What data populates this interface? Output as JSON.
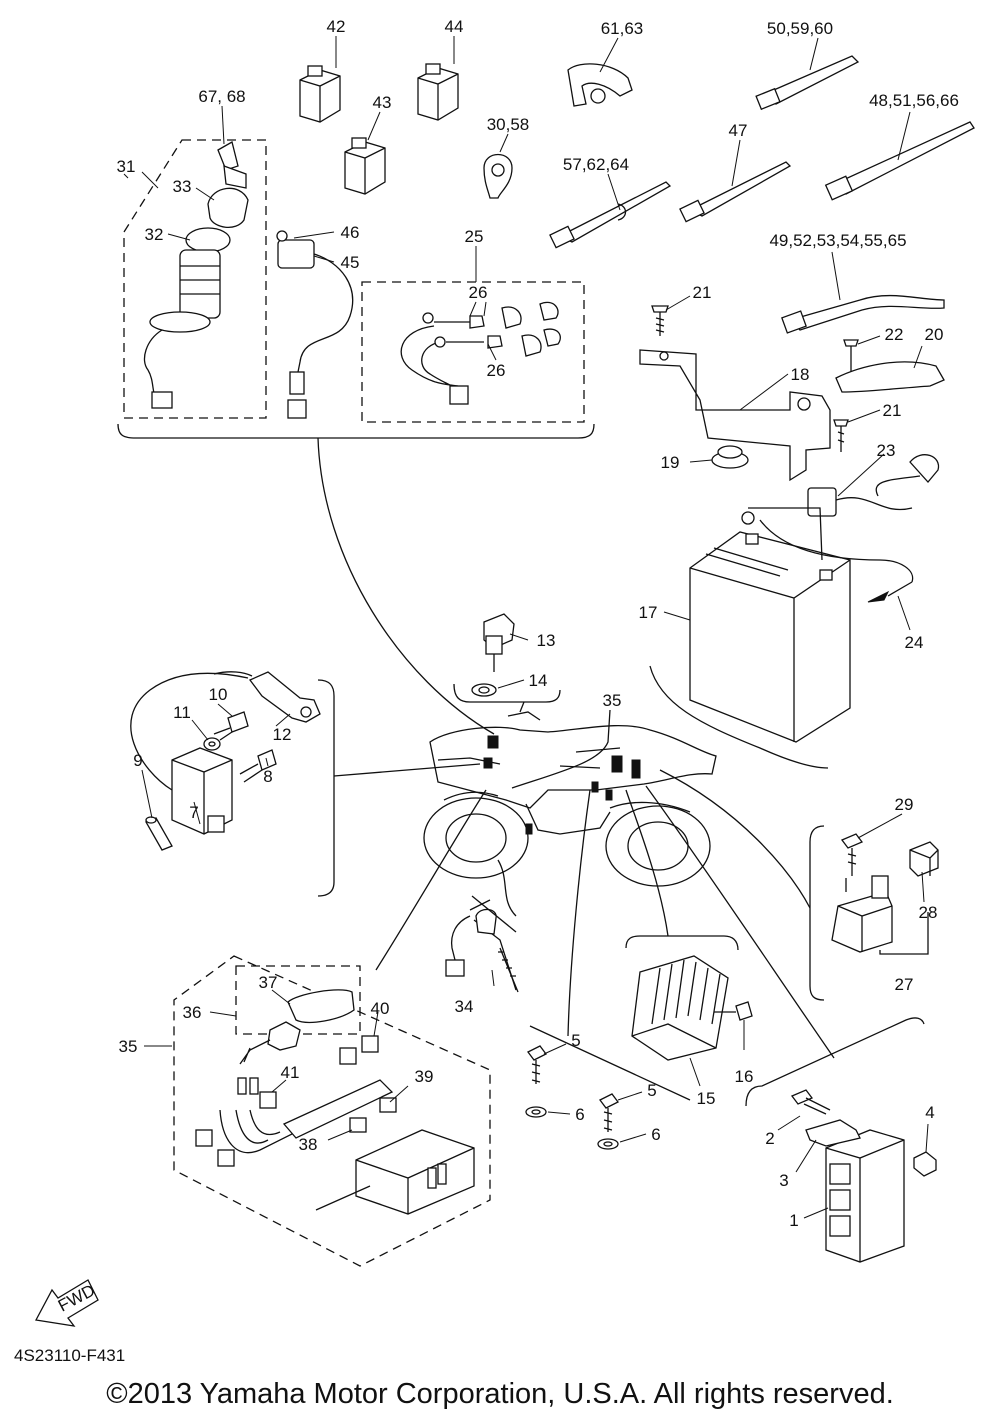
{
  "diagram": {
    "document_code": "4S23110-F431",
    "copyright": "©2013 Yamaha Motor Corporation, U.S.A. All rights reserved.",
    "fwd_label": "FWD",
    "callouts": [
      {
        "id": "c42",
        "text": "42"
      },
      {
        "id": "c44",
        "text": "44"
      },
      {
        "id": "c61_63",
        "text": "61,63"
      },
      {
        "id": "c50_59_60",
        "text": "50,59,60"
      },
      {
        "id": "c67_68",
        "text": "67, 68"
      },
      {
        "id": "c43",
        "text": "43"
      },
      {
        "id": "c30_58",
        "text": "30,58"
      },
      {
        "id": "c48_51_56_66",
        "text": "48,51,56,66"
      },
      {
        "id": "c47",
        "text": "47"
      },
      {
        "id": "c31",
        "text": "31"
      },
      {
        "id": "c57_62_64",
        "text": "57,62,64"
      },
      {
        "id": "c33",
        "text": "33"
      },
      {
        "id": "c32",
        "text": "32"
      },
      {
        "id": "c46",
        "text": "46"
      },
      {
        "id": "c25",
        "text": "25"
      },
      {
        "id": "c45",
        "text": "45"
      },
      {
        "id": "c49_65",
        "text": "49,52,53,54,55,65"
      },
      {
        "id": "c26a",
        "text": "26"
      },
      {
        "id": "c26b",
        "text": "26"
      },
      {
        "id": "c21a",
        "text": "21"
      },
      {
        "id": "c22",
        "text": "22"
      },
      {
        "id": "c20",
        "text": "20"
      },
      {
        "id": "c18",
        "text": "18"
      },
      {
        "id": "c21b",
        "text": "21"
      },
      {
        "id": "c19",
        "text": "19"
      },
      {
        "id": "c23",
        "text": "23"
      },
      {
        "id": "c17",
        "text": "17"
      },
      {
        "id": "c24",
        "text": "24"
      },
      {
        "id": "c13",
        "text": "13"
      },
      {
        "id": "c14",
        "text": "14"
      },
      {
        "id": "c10",
        "text": "10"
      },
      {
        "id": "c35a",
        "text": "35"
      },
      {
        "id": "c11",
        "text": "11"
      },
      {
        "id": "c12",
        "text": "12"
      },
      {
        "id": "c9",
        "text": "9"
      },
      {
        "id": "c8",
        "text": "8"
      },
      {
        "id": "c7",
        "text": "7"
      },
      {
        "id": "c29",
        "text": "29"
      },
      {
        "id": "c28",
        "text": "28"
      },
      {
        "id": "c27",
        "text": "27"
      },
      {
        "id": "c37",
        "text": "37"
      },
      {
        "id": "c36",
        "text": "36"
      },
      {
        "id": "c40",
        "text": "40"
      },
      {
        "id": "c34",
        "text": "34"
      },
      {
        "id": "c35b",
        "text": "35"
      },
      {
        "id": "c41",
        "text": "41"
      },
      {
        "id": "c39",
        "text": "39"
      },
      {
        "id": "c38",
        "text": "38"
      },
      {
        "id": "c5a",
        "text": "5"
      },
      {
        "id": "c6a",
        "text": "6"
      },
      {
        "id": "c16",
        "text": "16"
      },
      {
        "id": "c5b",
        "text": "5"
      },
      {
        "id": "c6b",
        "text": "6"
      },
      {
        "id": "c15",
        "text": "15"
      },
      {
        "id": "c4",
        "text": "4"
      },
      {
        "id": "c2",
        "text": "2"
      },
      {
        "id": "c3",
        "text": "3"
      },
      {
        "id": "c1",
        "text": "1"
      }
    ]
  }
}
